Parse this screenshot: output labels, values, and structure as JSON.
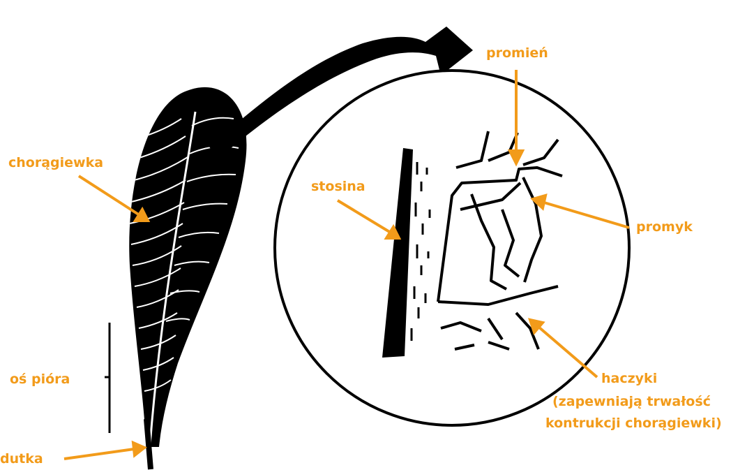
{
  "label_color": "#f29b1a",
  "ink_color": "#000000",
  "labels": {
    "chorągiewka": "chorągiewka",
    "os_piora": "oś pióra",
    "dutka": "dutka",
    "stosina": "stosina",
    "promien": "promień",
    "promyk": "promyk",
    "haczyki_1": "haczyki",
    "haczyki_2": "(zapewniają trwałość",
    "haczyki_3": "kontrukcji chorągiewki)"
  }
}
